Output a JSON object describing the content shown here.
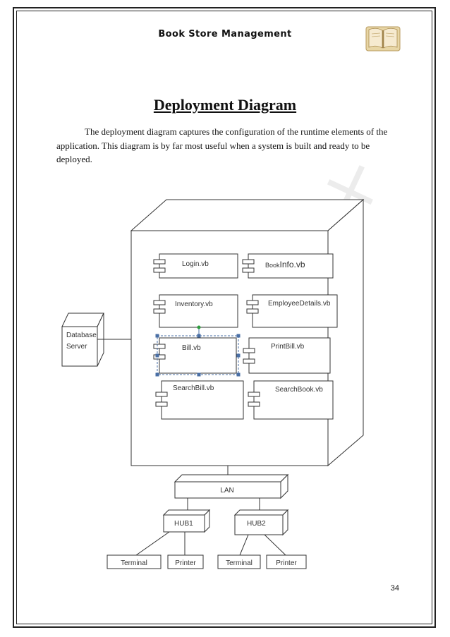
{
  "header": {
    "title": "Book Store Management"
  },
  "section": {
    "title": "Deployment Diagram",
    "paragraph_line1": "The deployment diagram captures the configuration of the runtime elements of the",
    "paragraph_rest": "application. This diagram is by far most useful when a system is built and ready to be deployed."
  },
  "diagram": {
    "components": {
      "login": "Login.vb",
      "bookinfo_prefix": "Book",
      "bookinfo_suffix": "Info.vb",
      "inventory": "Inventory.vb",
      "employee": "EmployeeDetails.vb",
      "bill": "Bill.vb",
      "printbill": "PrintBill.vb",
      "searchbill": "SearchBill.vb",
      "searchbook": "SearchBook.vb"
    },
    "database_line1": "Database",
    "database_line2": "Server",
    "lan": "LAN",
    "hub1": "HUB1",
    "hub2": "HUB2",
    "terminal": "Terminal",
    "printer": "Printer"
  },
  "footer": {
    "page_number": "34"
  },
  "colors": {
    "selection_handle": "#4a6fa5",
    "selection_anchor": "#2e9e3e",
    "border": "#222222"
  }
}
